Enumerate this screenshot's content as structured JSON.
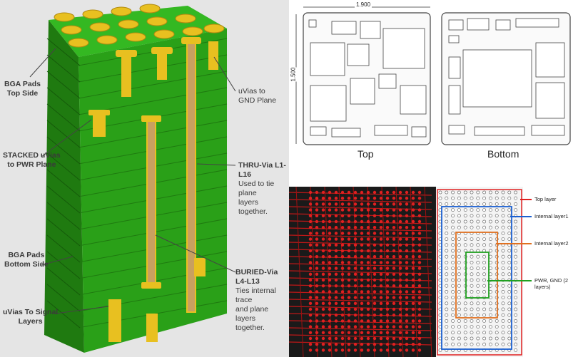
{
  "stackup": {
    "callouts": {
      "bga_top": [
        "BGA Pads",
        "Top Side"
      ],
      "stacked": [
        "STACKED uVias",
        "to PWR Plane"
      ],
      "bga_bottom": [
        "BGA Pads",
        "Bottom Side"
      ],
      "uvias_signal": [
        "uVias To Signal",
        "Layers"
      ],
      "uvias_gnd": [
        "uVias to",
        "GND Plane"
      ],
      "thru_title": "THRU-Via L1-L16",
      "thru_desc": [
        "Used to tie plane",
        "layers together."
      ],
      "buried_title": "BURIED-Via L4-L13",
      "buried_desc": [
        "Ties internal trace",
        "and plane layers",
        "together."
      ]
    },
    "colors": {
      "board": "#2aa018",
      "board_dark": "#1f7a10",
      "board_side": "#238a14",
      "copper": "#e8c020",
      "via": "#c8a060"
    }
  },
  "outline": {
    "top_label": "Top",
    "bottom_label": "Bottom",
    "dim_width": "1.900",
    "dim_height": "1.500"
  },
  "layout": {
    "legend": {
      "top_layer": "Top layer",
      "internal_1": "Internal layer1",
      "internal_2": "Internal layer2",
      "pwr_gnd": "PWR, GND (2 layers)"
    },
    "colors": {
      "red": "#e02020",
      "blue": "#1a5fd0",
      "orange": "#e07020",
      "green": "#20a020"
    }
  }
}
